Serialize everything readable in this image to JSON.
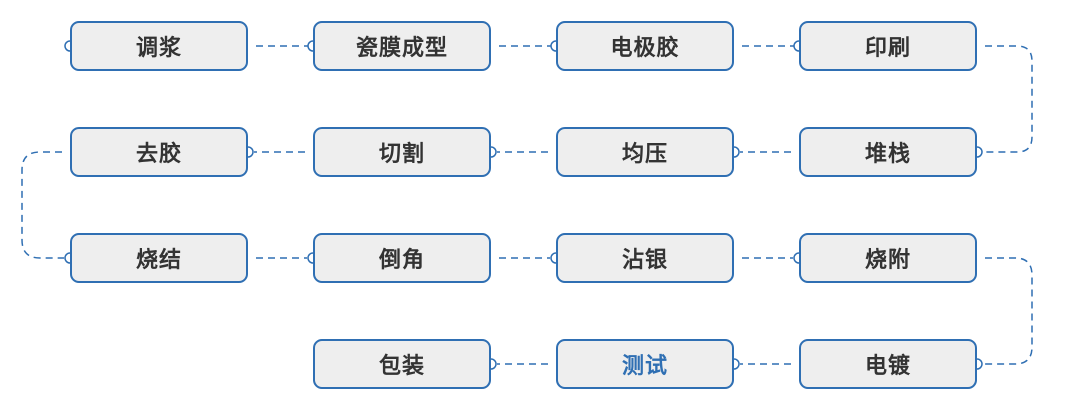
{
  "steps": [
    {
      "id": "s1",
      "label": "调浆"
    },
    {
      "id": "s2",
      "label": "瓷膜成型"
    },
    {
      "id": "s3",
      "label": "电极胶"
    },
    {
      "id": "s4",
      "label": "印刷"
    },
    {
      "id": "s5",
      "label": "堆栈"
    },
    {
      "id": "s6",
      "label": "均压"
    },
    {
      "id": "s7",
      "label": "切割"
    },
    {
      "id": "s8",
      "label": "去胶"
    },
    {
      "id": "s9",
      "label": "烧结"
    },
    {
      "id": "s10",
      "label": "倒角"
    },
    {
      "id": "s11",
      "label": "沾银"
    },
    {
      "id": "s12",
      "label": "烧附"
    },
    {
      "id": "s13",
      "label": "电镀"
    },
    {
      "id": "s14",
      "label": "测试"
    },
    {
      "id": "s15",
      "label": "包装"
    }
  ],
  "highlighted_step": "测试",
  "colors": {
    "border": "#2f6fb3",
    "fill": "#eeeeee",
    "text": "#333333",
    "highlight_text": "#2f6fb3",
    "connector": "#2f6fb3"
  }
}
